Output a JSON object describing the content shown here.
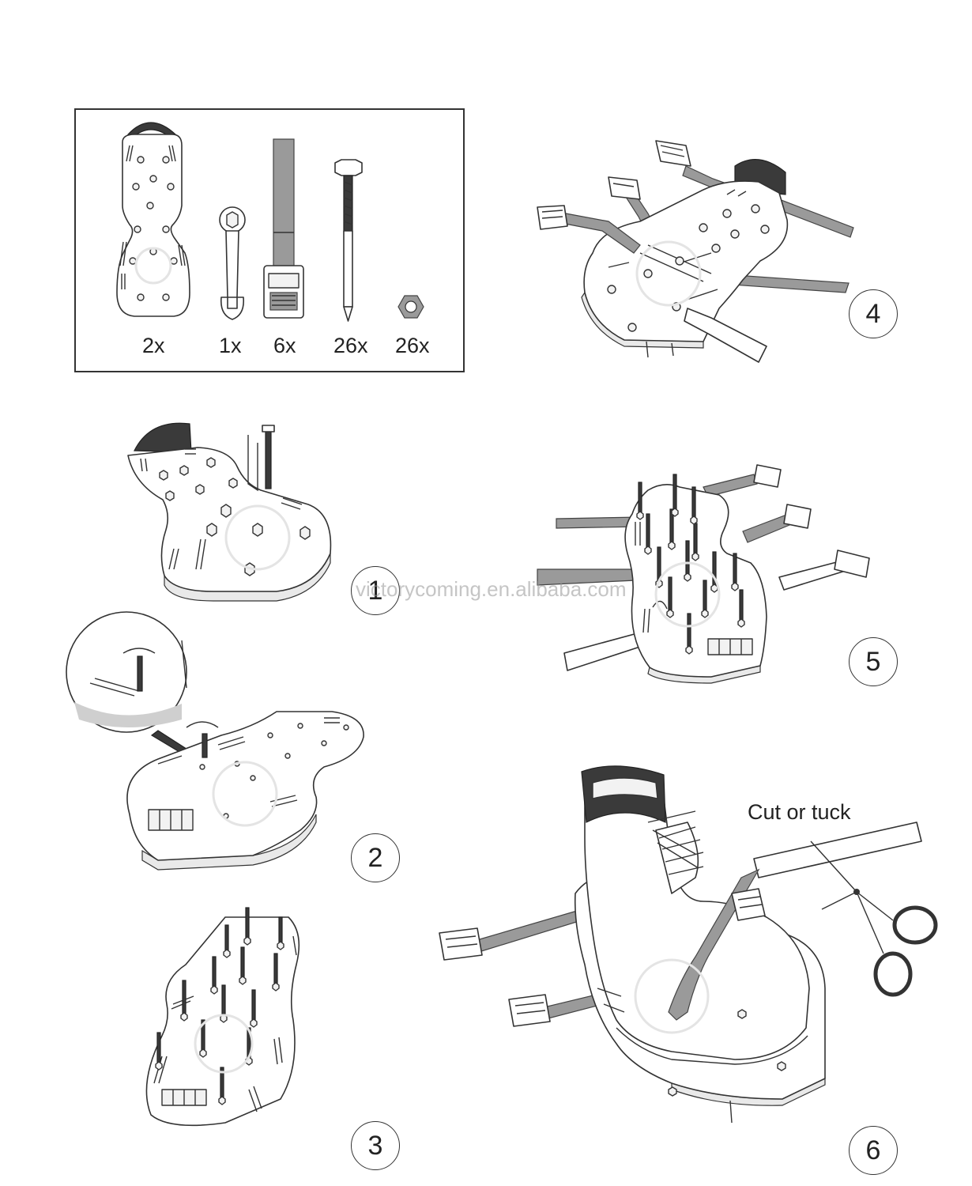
{
  "parts": {
    "plates_qty": "2x",
    "wrench_qty": "1x",
    "straps_qty": "6x",
    "spikes_qty": "26x",
    "nuts_qty": "26x"
  },
  "steps": [
    "1",
    "2",
    "3",
    "4",
    "5",
    "6"
  ],
  "annotation": {
    "cut_or_tuck": "Cut or tuck"
  },
  "watermark": "victorycoming.en.alibaba.com"
}
